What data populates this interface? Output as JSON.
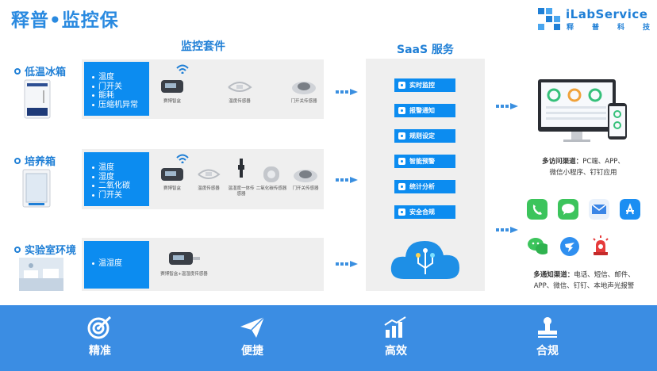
{
  "header": {
    "title": "释普•监控保",
    "logo_word": "iLabService",
    "logo_sub": [
      "释",
      "普",
      "科",
      "技"
    ]
  },
  "sections": {
    "kit_title": "监控套件",
    "saas_title": "SaaS 服务"
  },
  "categories": [
    {
      "label": "低温冰箱",
      "metrics": [
        "温度",
        "门开关",
        "能耗",
        "压缩机异常"
      ],
      "devices": [
        "赛博智盒",
        "温度传感器",
        "门开关传感器"
      ]
    },
    {
      "label": "培养箱",
      "metrics": [
        "温度",
        "湿度",
        "二氧化碳",
        "门开关"
      ],
      "devices": [
        "赛博智盒",
        "温度传感器",
        "温湿度一体传感器",
        "二氧化碳传感器",
        "门开关传感器"
      ]
    },
    {
      "label": "实验室环境",
      "metrics": [
        "温湿度"
      ],
      "devices": [
        "赛博智盒+温湿度传感器"
      ]
    }
  ],
  "saas_services": [
    "实时监控",
    "报警通知",
    "规则设定",
    "智能预警",
    "统计分析",
    "安全合规"
  ],
  "access": {
    "title": "多访问渠道：",
    "line1": "PC端、APP、",
    "line2": "微信小程序、钉钉应用"
  },
  "notify": {
    "title": "多通知渠道：",
    "line1": "电话、短信、邮件、",
    "line2": "APP、微信、钉钉、本地声光报警"
  },
  "features": [
    "精准",
    "便捷",
    "高效",
    "合规"
  ],
  "colors": {
    "brand": "#1f7fd6",
    "panel_blue": "#0c8cf0",
    "band": "#3b8de3",
    "panel_gray": "#efefef"
  }
}
